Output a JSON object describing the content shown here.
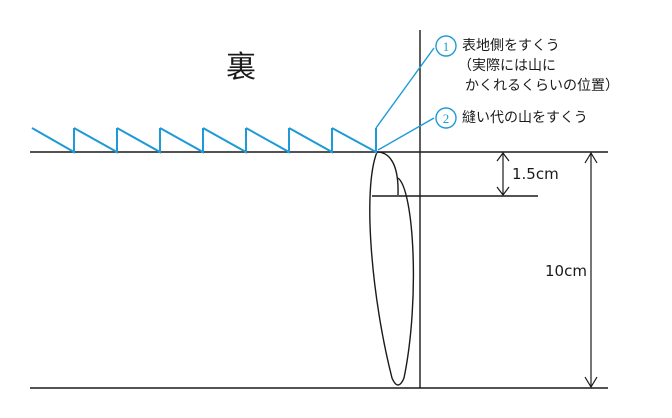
{
  "title": "裏",
  "notes": [
    {
      "number": "1",
      "lines": [
        "表地側をすくう",
        "（実際には山に",
        "かくれるくらいの位置）"
      ]
    },
    {
      "number": "2",
      "lines": [
        "縫い代の山をすくう"
      ]
    }
  ],
  "dimensions": {
    "small": "1.5cm",
    "large": "10cm"
  },
  "colors": {
    "stitch": "#1e9ad6",
    "line": "#1a1a1a"
  }
}
